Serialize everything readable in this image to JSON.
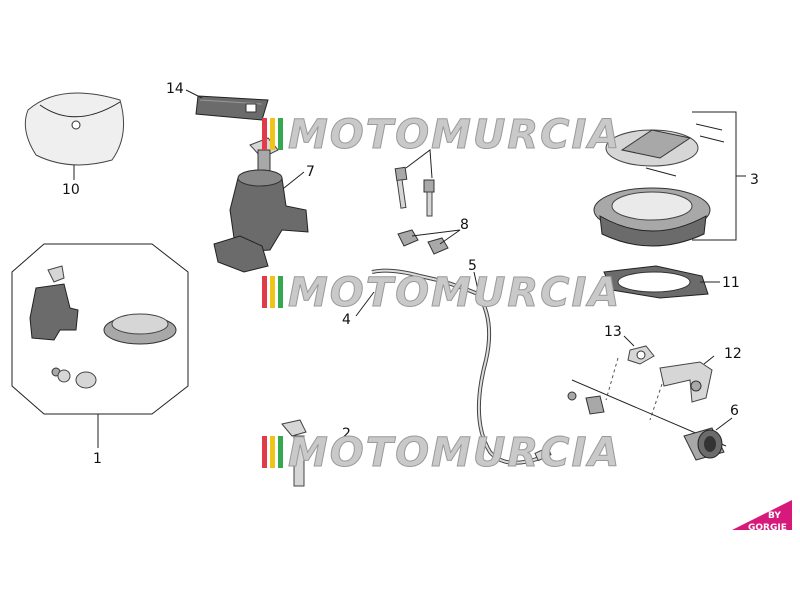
{
  "colors": {
    "watermark_fill": "#c9c9c9",
    "watermark_stripe_red": "#e23a4a",
    "watermark_stripe_yellow": "#f0c419",
    "watermark_stripe_green": "#36a852",
    "badge_magenta": "#d6197a"
  },
  "callouts": [
    "1",
    "2",
    "3",
    "4",
    "5",
    "6",
    "7",
    "8",
    "10",
    "11",
    "12",
    "13",
    "14"
  ],
  "watermark": {
    "text": "MOTOMURCIA"
  },
  "badge": {
    "line1": "BY",
    "line2": "GORGIE"
  }
}
